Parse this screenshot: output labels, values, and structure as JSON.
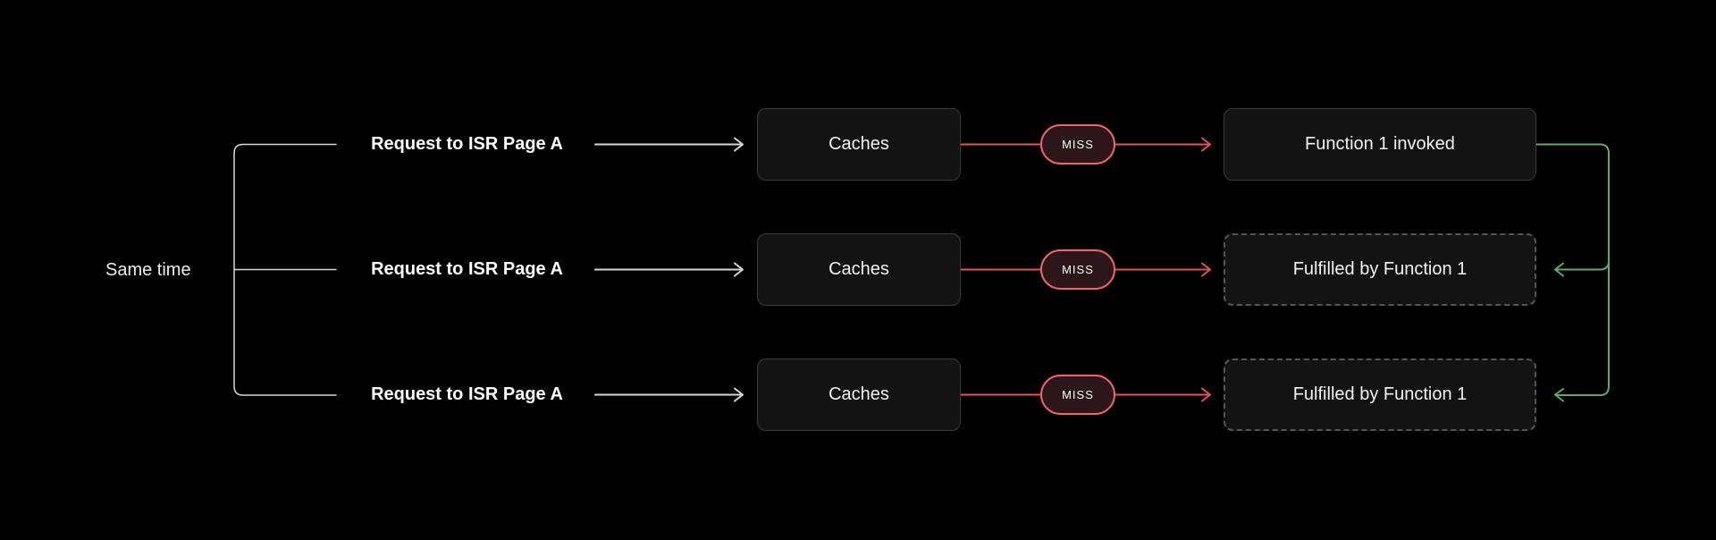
{
  "diagram": {
    "group_label": "Same time",
    "rows": [
      {
        "request": "Request to ISR Page A",
        "cache": "Caches",
        "badge": "MISS",
        "result": "Function 1 invoked"
      },
      {
        "request": "Request to ISR Page A",
        "cache": "Caches",
        "badge": "MISS",
        "result": "Fulfilled by Function 1"
      },
      {
        "request": "Request to ISR Page A",
        "cache": "Caches",
        "badge": "MISS",
        "result": "Fulfilled by Function 1"
      }
    ],
    "colors": {
      "background": "#000000",
      "line-red": "#e2525d",
      "badge-red": "#f4636d",
      "badge-fill": "#2d161a",
      "line-green": "#5fa870",
      "line-neutral": "#d6d6d6",
      "box-fill": "#131313",
      "box-border": "#3a3a3a",
      "box-border-dashed": "#555555",
      "text": "#f2f2f2"
    }
  }
}
